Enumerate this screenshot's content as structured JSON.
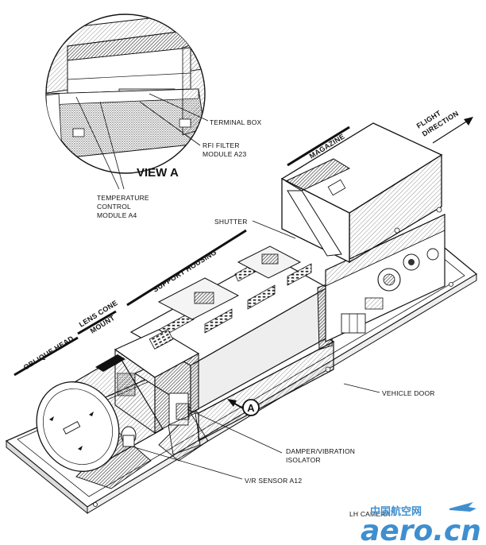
{
  "labels": {
    "view_a": "VIEW A",
    "terminal_box": "TERMINAL BOX",
    "rfi_filter_1": "RFI FILTER",
    "rfi_filter_2": "MODULE A23",
    "temp_1": "TEMPERATURE",
    "temp_2": "CONTROL",
    "temp_3": "MODULE A4",
    "flight_1": "FLIGHT",
    "flight_2": "DIRECTION",
    "magazine": "MAGAZINE",
    "shutter": "SHUTTER",
    "support_housing": "SUPPORT HOUSING",
    "lens_cone_1": "LENS CONE",
    "lens_cone_2": "MOUNT",
    "oblique_head": "OBLIQUE HEAD",
    "vehicle_door": "VEHICLE DOOR",
    "view_marker": "A",
    "damper_1": "DAMPER/VIBRATION",
    "damper_2": "ISOLATOR",
    "vr_sensor": "V/R SENSOR A12",
    "lh_camera": "LH CAMERA"
  },
  "watermark": {
    "chinese": "中国航空网",
    "brand": "aero.cn",
    "color": "#3f8fcf"
  }
}
